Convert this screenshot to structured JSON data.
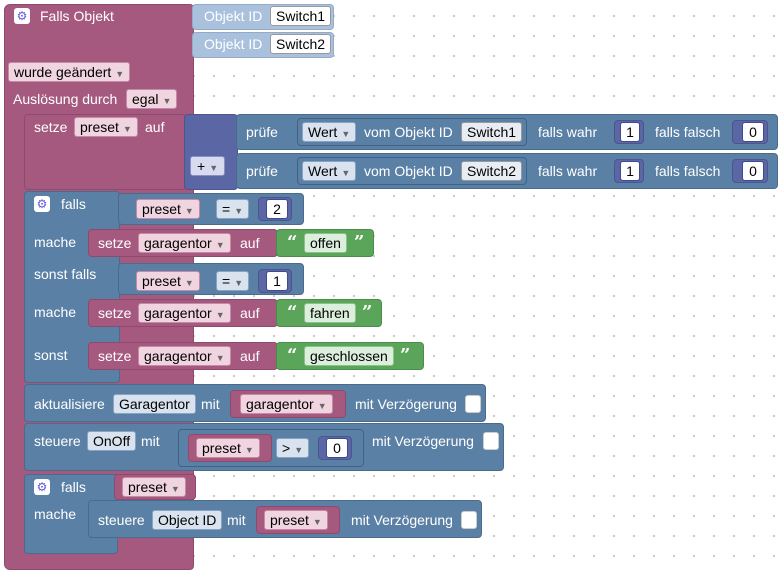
{
  "trigger": {
    "title": "Falls Objekt",
    "obj_label": "Objekt ID",
    "obj1": "Switch1",
    "obj2": "Switch2",
    "changed": "wurde geändert",
    "cause_label": "Auslösung durch",
    "cause": "egal"
  },
  "setze_preset": {
    "setze": "setze",
    "var": "preset",
    "auf": "auf",
    "plus": "+",
    "rows": [
      {
        "pruefe": "prüfe",
        "wert": "Wert",
        "vom": "vom Objekt ID",
        "obj": "Switch1",
        "true_label": "falls wahr",
        "true_val": "1",
        "false_label": "falls falsch",
        "false_val": "0"
      },
      {
        "pruefe": "prüfe",
        "wert": "Wert",
        "vom": "vom Objekt ID",
        "obj": "Switch2",
        "true_label": "falls wahr",
        "true_val": "1",
        "false_label": "falls falsch",
        "false_val": "0"
      }
    ]
  },
  "if1": {
    "falls": "falls",
    "var": "preset",
    "op": "=",
    "val": "2",
    "mache": "mache",
    "set1_label": "setze",
    "set1_var": "garagentor",
    "set1_auf": "auf",
    "set1_text": "offen",
    "elseif": "sonst falls",
    "var2": "preset",
    "op2": "=",
    "val2": "1",
    "mache2": "mache",
    "set2_label": "setze",
    "set2_var": "garagentor",
    "set2_auf": "auf",
    "set2_text": "fahren",
    "else": "sonst",
    "set3_label": "setze",
    "set3_var": "garagentor",
    "set3_auf": "auf",
    "set3_text": "geschlossen"
  },
  "update": {
    "label": "aktualisiere",
    "obj": "Garagentor",
    "mit": "mit",
    "var": "garagentor",
    "delay": "mit Verzögerung"
  },
  "control1": {
    "label": "steuere",
    "obj": "OnOff",
    "mit": "mit",
    "var": "preset",
    "op": ">",
    "val": "0",
    "delay": "mit Verzögerung"
  },
  "if2": {
    "falls": "falls",
    "var": "preset",
    "mache": "mache",
    "label": "steuere",
    "obj": "Object ID",
    "mit": "mit",
    "var2": "preset",
    "delay": "mit Verzögerung"
  },
  "colors": {
    "event": "#a5597f",
    "io": "#5b80a5",
    "logic": "#5b67a5",
    "text": "#5ba55b",
    "object": "#a9c1dd"
  }
}
